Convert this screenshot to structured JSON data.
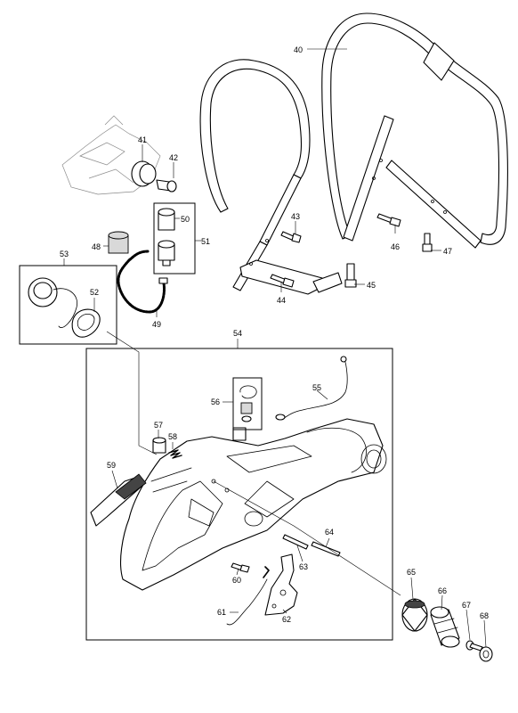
{
  "callouts": {
    "p40": "40",
    "p41": "41",
    "p42": "42",
    "p43": "43",
    "p44": "44",
    "p45": "45",
    "p46": "46",
    "p47": "47",
    "p48": "48",
    "p49": "49",
    "p50": "50",
    "p51": "51",
    "p52": "52",
    "p53": "53",
    "p54": "54",
    "p55": "55",
    "p56": "56",
    "p57": "57",
    "p58": "58",
    "p59": "59",
    "p60": "60",
    "p61": "61",
    "p62": "62",
    "p63": "63",
    "p64": "64",
    "p65": "65",
    "p66": "66",
    "p67": "67",
    "p68": "68"
  }
}
